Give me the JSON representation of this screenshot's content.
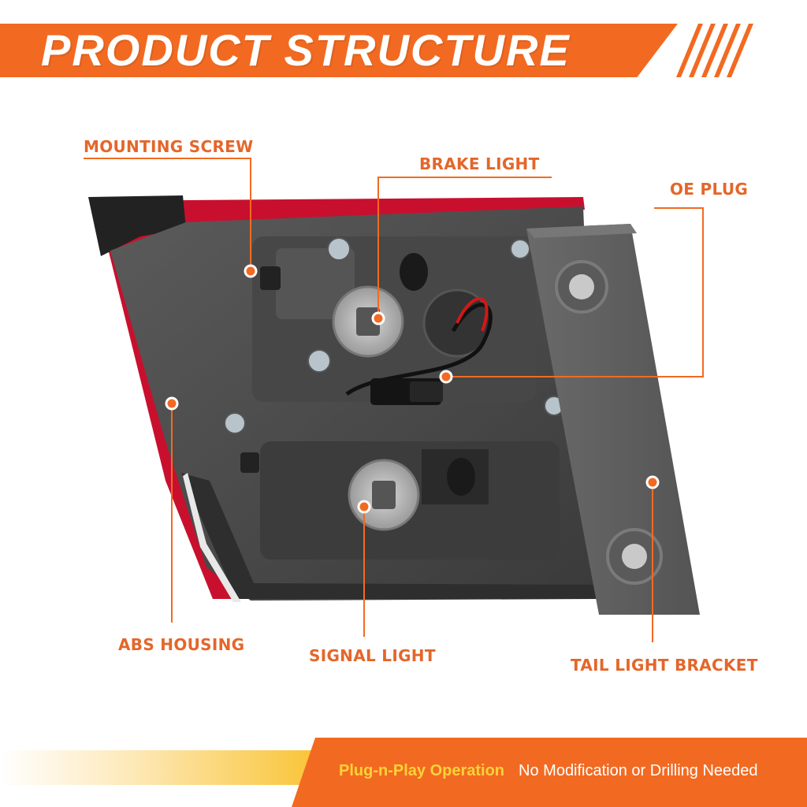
{
  "header": {
    "title": "PRODUCT STRUCTURE"
  },
  "callouts": [
    {
      "id": "mounting-screw",
      "label": "MOUNTING SCREW"
    },
    {
      "id": "brake-light",
      "label": "BRAKE LIGHT"
    },
    {
      "id": "oe-plug",
      "label": "OE PLUG"
    },
    {
      "id": "abs-housing",
      "label": "ABS HOUSING"
    },
    {
      "id": "signal-light",
      "label": "SIGNAL LIGHT"
    },
    {
      "id": "tail-light-bracket",
      "label": "TAIL LIGHT BRACKET"
    }
  ],
  "footer": {
    "highlight": "Plug-n-Play Operation",
    "text": "No Modification or Drilling Needed"
  },
  "colors": {
    "accent": "#f26a21",
    "label": "#e4662a",
    "highlight": "#fbd23a",
    "lens_red": "#c8102e",
    "housing": "#4a4a4a"
  }
}
